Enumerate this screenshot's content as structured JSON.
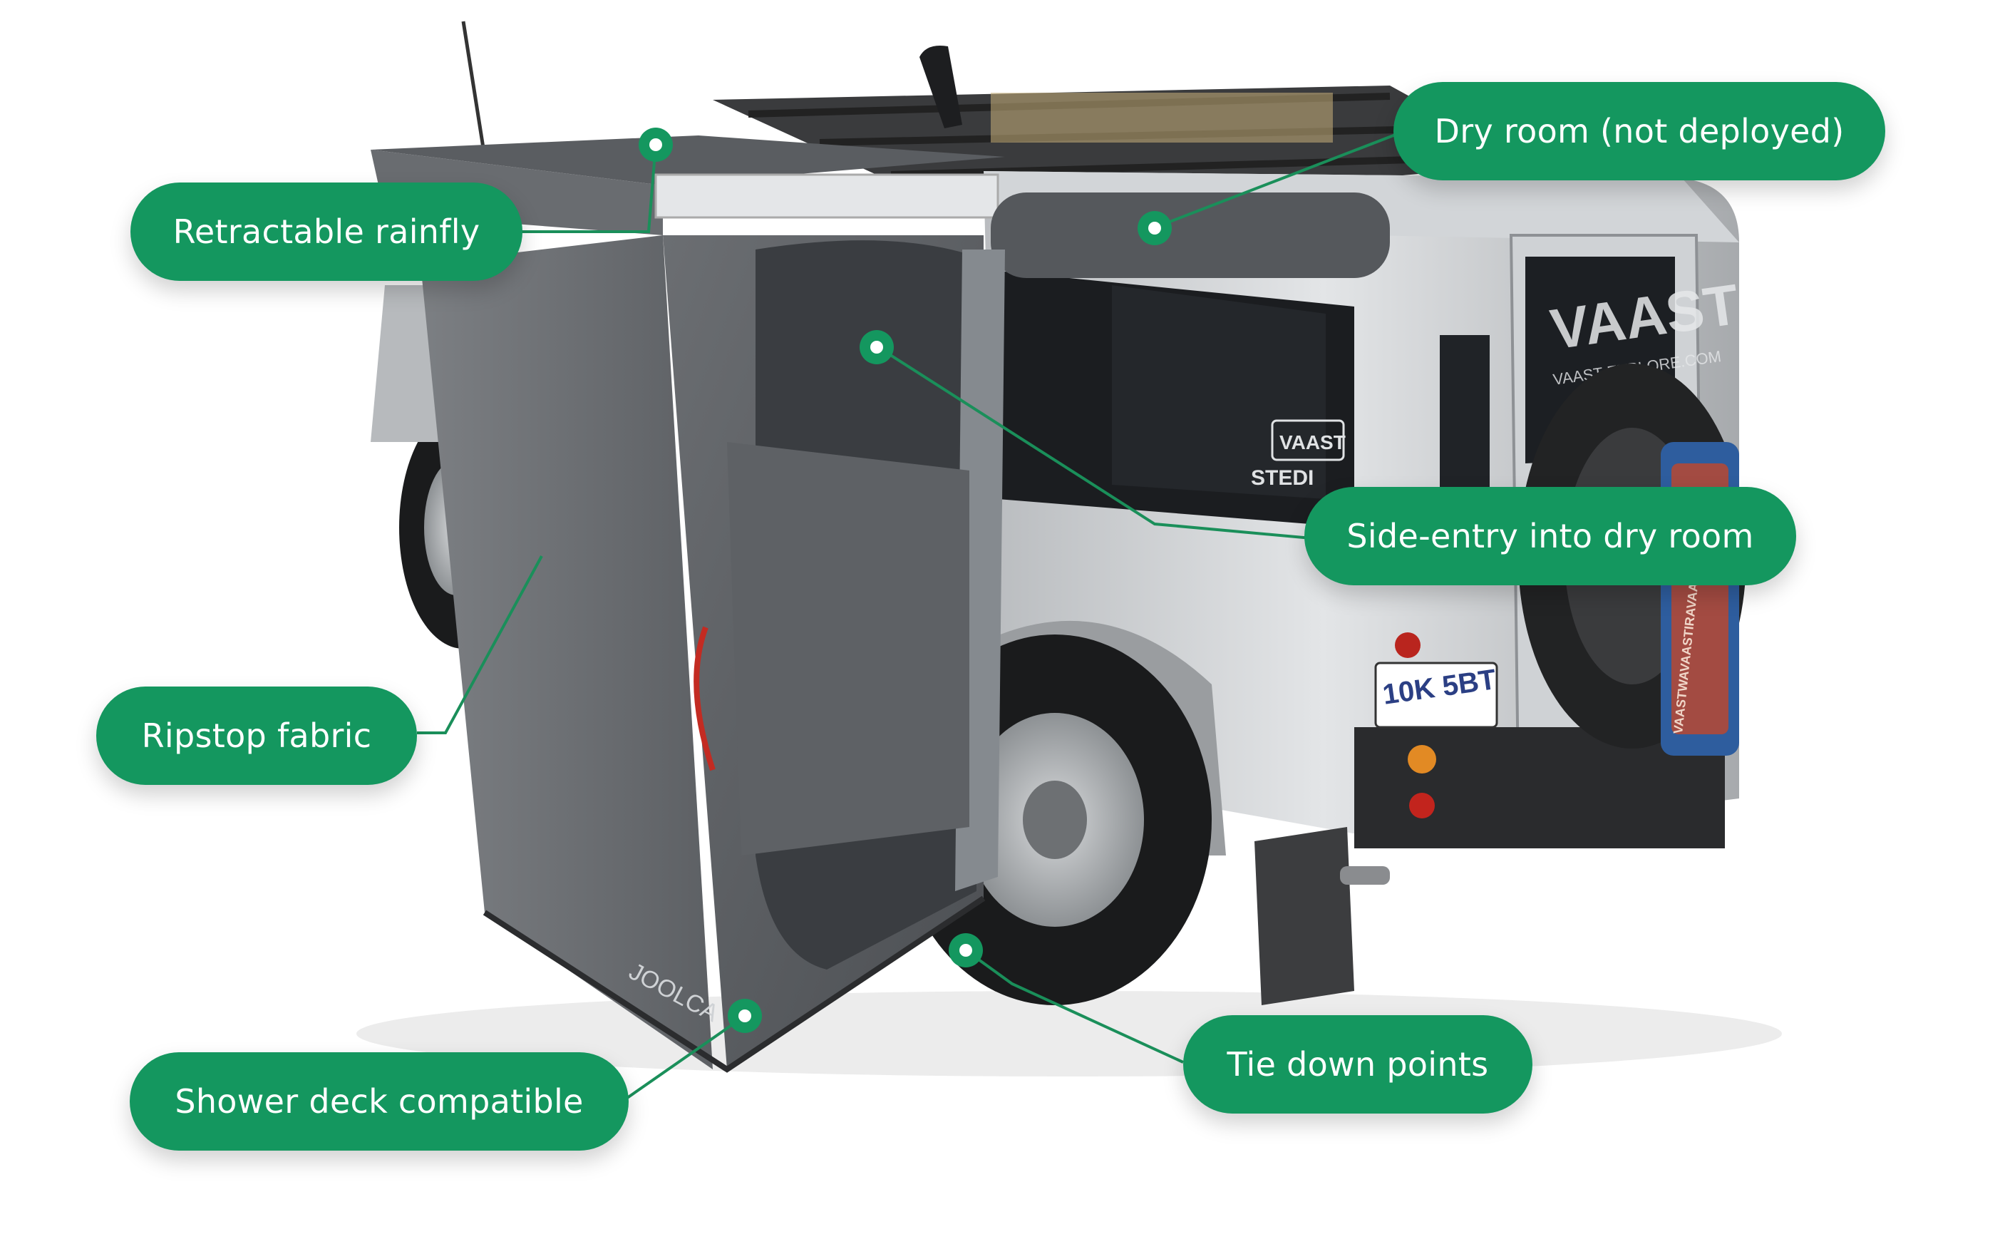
{
  "colors": {
    "accent": "#14975f",
    "callout_text": "#ffffff",
    "leader_line": "#1a8f5a"
  },
  "callouts": {
    "retractable_rainfly": "Retractable rainfly",
    "dry_room": "Dry room (not deployed)",
    "side_entry": "Side-entry into dry room",
    "ripstop_fabric": "Ripstop fabric",
    "tie_down_points": "Tie down points",
    "shower_deck": "Shower deck compatible"
  },
  "vehicle_markings": {
    "window_sticker": "VAAST",
    "window_url": "VAAST-EXPLORE.COM",
    "badge_top": "VAAST",
    "badge_bottom": "STEDI",
    "plate": "10K 5BT",
    "tent_logo": "JOOLCA",
    "tire_cover_text": "VAASTWAVAASTIRAVAAST"
  }
}
